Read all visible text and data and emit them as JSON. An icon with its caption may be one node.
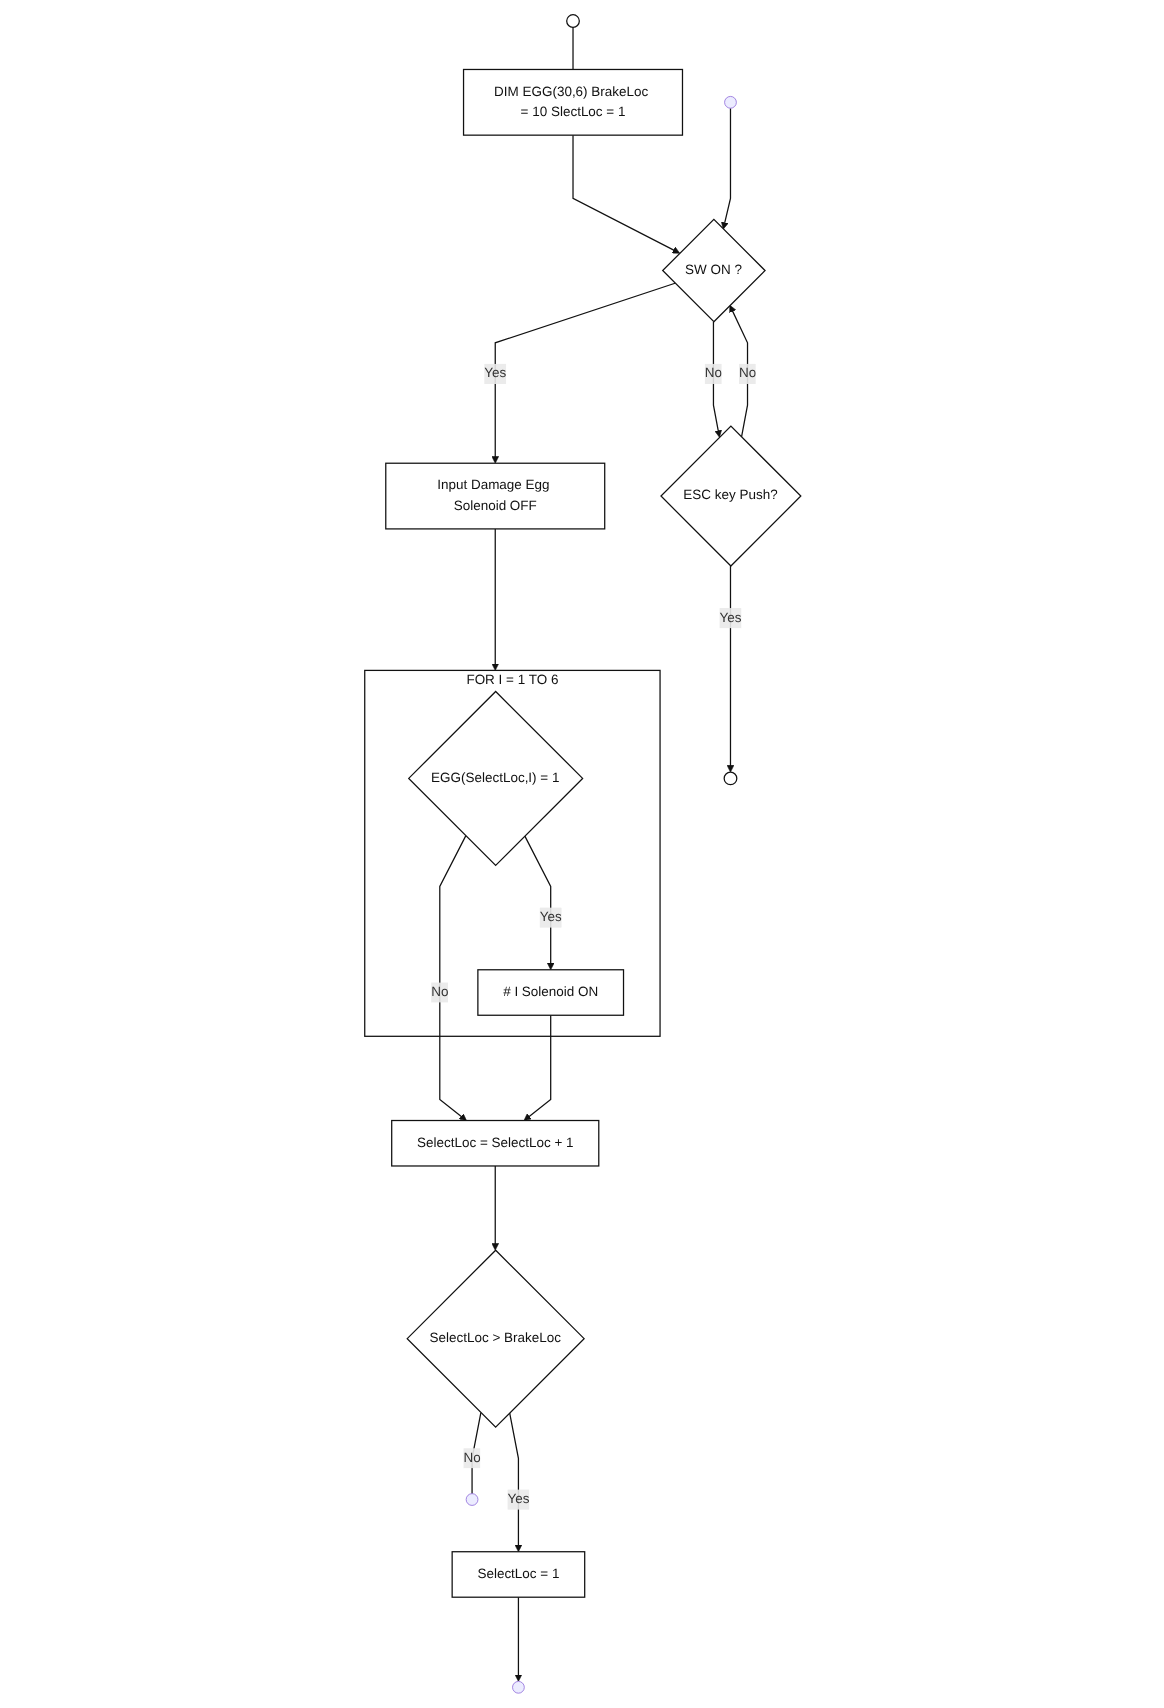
{
  "diagram": {
    "nodes": [
      {
        "text": [],
        "shape": "circle"
      },
      {
        "text": [
          "DIM EGG(30,6) BrakeLoc = 10 SlectLoc = 1"
        ]
      },
      {
        "text": [
          "SW ON ?"
        ]
      },
      {
        "text": [
          "ESC key Push?"
        ]
      },
      {
        "text": [],
        "shape": "circle"
      },
      {
        "text": [
          "Input Damage Egg Solenoid OFF"
        ]
      },
      {
        "text": [
          "FOR I = 1 TO 6"
        ]
      },
      {
        "text": [
          "EGG(SelectLoc,I) = 1"
        ],
        "in": 6
      },
      {
        "text": [
          "# I Solenoid ON"
        ],
        "in": 6
      },
      {
        "text": [
          "SelectLoc = SelectLoc + 1"
        ]
      },
      {
        "text": [
          "SelectLoc > BrakeLoc"
        ]
      },
      {
        "text": [
          "SelectLoc = 1"
        ]
      }
    ],
    "edges": [
      {
        "from": 0,
        "to": 1,
        "arrow": "none"
      },
      {
        "from": 1,
        "to": 2,
        "arrow": "to"
      },
      {
        "from": null,
        "to": 2,
        "arrow": "to"
      },
      {
        "from": 2,
        "to": 3,
        "arrow": "to",
        "label": "No"
      },
      {
        "from": 3,
        "to": 2,
        "arrow": "to",
        "label": "No"
      },
      {
        "from": 3,
        "to": 4,
        "arrow": "to",
        "label": "Yes"
      },
      {
        "from": 2,
        "to": 5,
        "arrow": "to",
        "label": "Yes"
      },
      {
        "from": 5,
        "to": 6,
        "arrow": "to"
      },
      {
        "from": 7,
        "to": 8,
        "arrow": "to",
        "label": "Yes"
      },
      {
        "from": 7,
        "to": 9,
        "arrow": "to",
        "label": "No"
      },
      {
        "from": 8,
        "to": 9,
        "arrow": "to"
      },
      {
        "from": 9,
        "to": 10,
        "arrow": "to"
      },
      {
        "from": 10,
        "to": 11,
        "arrow": "to",
        "label": "Yes"
      },
      {
        "from": 10,
        "to": null,
        "arrow": "none",
        "label": "No"
      },
      {
        "from": 11,
        "to": null,
        "arrow": "to"
      }
    ]
  }
}
